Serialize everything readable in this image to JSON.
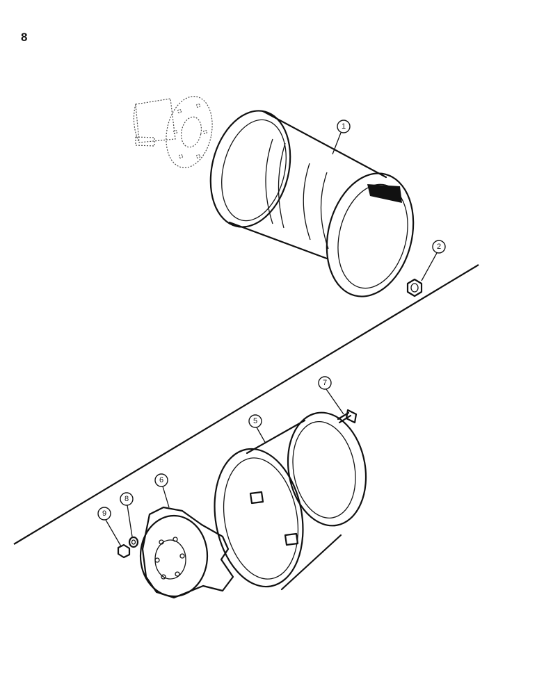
{
  "page": {
    "number": "8"
  },
  "callouts": [
    {
      "id": "1"
    },
    {
      "id": "2"
    },
    {
      "id": "5"
    },
    {
      "id": "6"
    },
    {
      "id": "7"
    },
    {
      "id": "8"
    },
    {
      "id": "9"
    }
  ]
}
